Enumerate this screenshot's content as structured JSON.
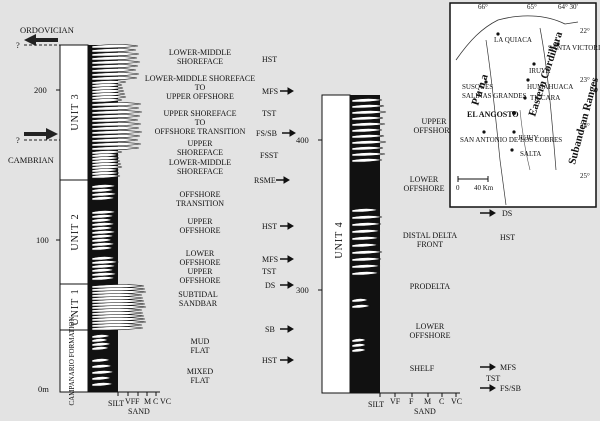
{
  "left_column": {
    "top_label": "ORDOVICIAN",
    "bottom_label": "CAMBRIAN",
    "question_marks": [
      "?",
      "?"
    ],
    "depth_ticks": [
      "200",
      "100",
      "0m"
    ],
    "units": [
      "UNIT 3",
      "UNIT 2",
      "UNIT 1",
      "CAMPANARIO FORMATION"
    ],
    "facies": [
      [
        "LOWER-MIDDLE",
        "SHOREFACE"
      ],
      [
        "LOWER-MIDDLE SHOREFACE",
        "TO",
        "UPPER OFFSHORE"
      ],
      [
        "UPPER SHOREFACE",
        "TO",
        "OFFSHORE TRANSITION"
      ],
      [
        "UPPER",
        "SHOREFACE"
      ],
      [
        "LOWER-MIDDLE",
        "SHOREFACE"
      ],
      [
        "OFFSHORE",
        "TRANSITION"
      ],
      [
        "UPPER",
        "OFFSHORE"
      ],
      [
        "LOWER",
        "OFFSHORE"
      ],
      [
        "UPPER",
        "OFFSHORE"
      ],
      [
        "SUBTIDAL",
        "SANDBAR"
      ],
      [
        "MUD",
        "FLAT"
      ],
      [
        "MIXED",
        "FLAT"
      ]
    ],
    "sequence_labels": [
      "HST",
      "MFS",
      "TST",
      "FS/SB",
      "FSST",
      "RSME",
      "HST",
      "MFS",
      "TST",
      "DS",
      "SB",
      "HST"
    ],
    "axis": [
      "SILT",
      "VF",
      "F",
      "M",
      "C",
      "VC",
      "SAND"
    ]
  },
  "right_column": {
    "depth_ticks": [
      "400",
      "300"
    ],
    "unit": "UNIT 4",
    "facies": [
      [
        "UPPER",
        "OFFSHORE"
      ],
      [
        "LOWER",
        "OFFSHORE"
      ],
      [
        "DISTAL DELTA",
        "FRONT"
      ],
      [
        "PRODELTA"
      ],
      [
        "LOWER",
        "OFFSHORE"
      ],
      [
        "SHELF"
      ]
    ],
    "sequence_labels": [
      "DS",
      "HST",
      "MFS",
      "TST",
      "FS/SB"
    ],
    "axis": [
      "SILT",
      "VF",
      "F",
      "M",
      "C",
      "VC",
      "SAND"
    ]
  },
  "map": {
    "longitudes": [
      "66°",
      "65°",
      "64° 30'"
    ],
    "latitudes": [
      "22°",
      "23°",
      "24°",
      "25°"
    ],
    "places": [
      "LA QUIACA",
      "SANTA VICTORIA",
      "IRUYA",
      "HUMAHUACA",
      "SUSQUES",
      "SALINAS GRANDES",
      "TILCARA",
      "EL ANGOSTO",
      "JUJUY",
      "SAN ANTONIO DE LOS COBRES",
      "SALTA"
    ],
    "regions": [
      "P u n a",
      "Eastern Cordillera",
      "Subandean Ranges"
    ],
    "scale": [
      "0",
      "40 Km"
    ]
  }
}
